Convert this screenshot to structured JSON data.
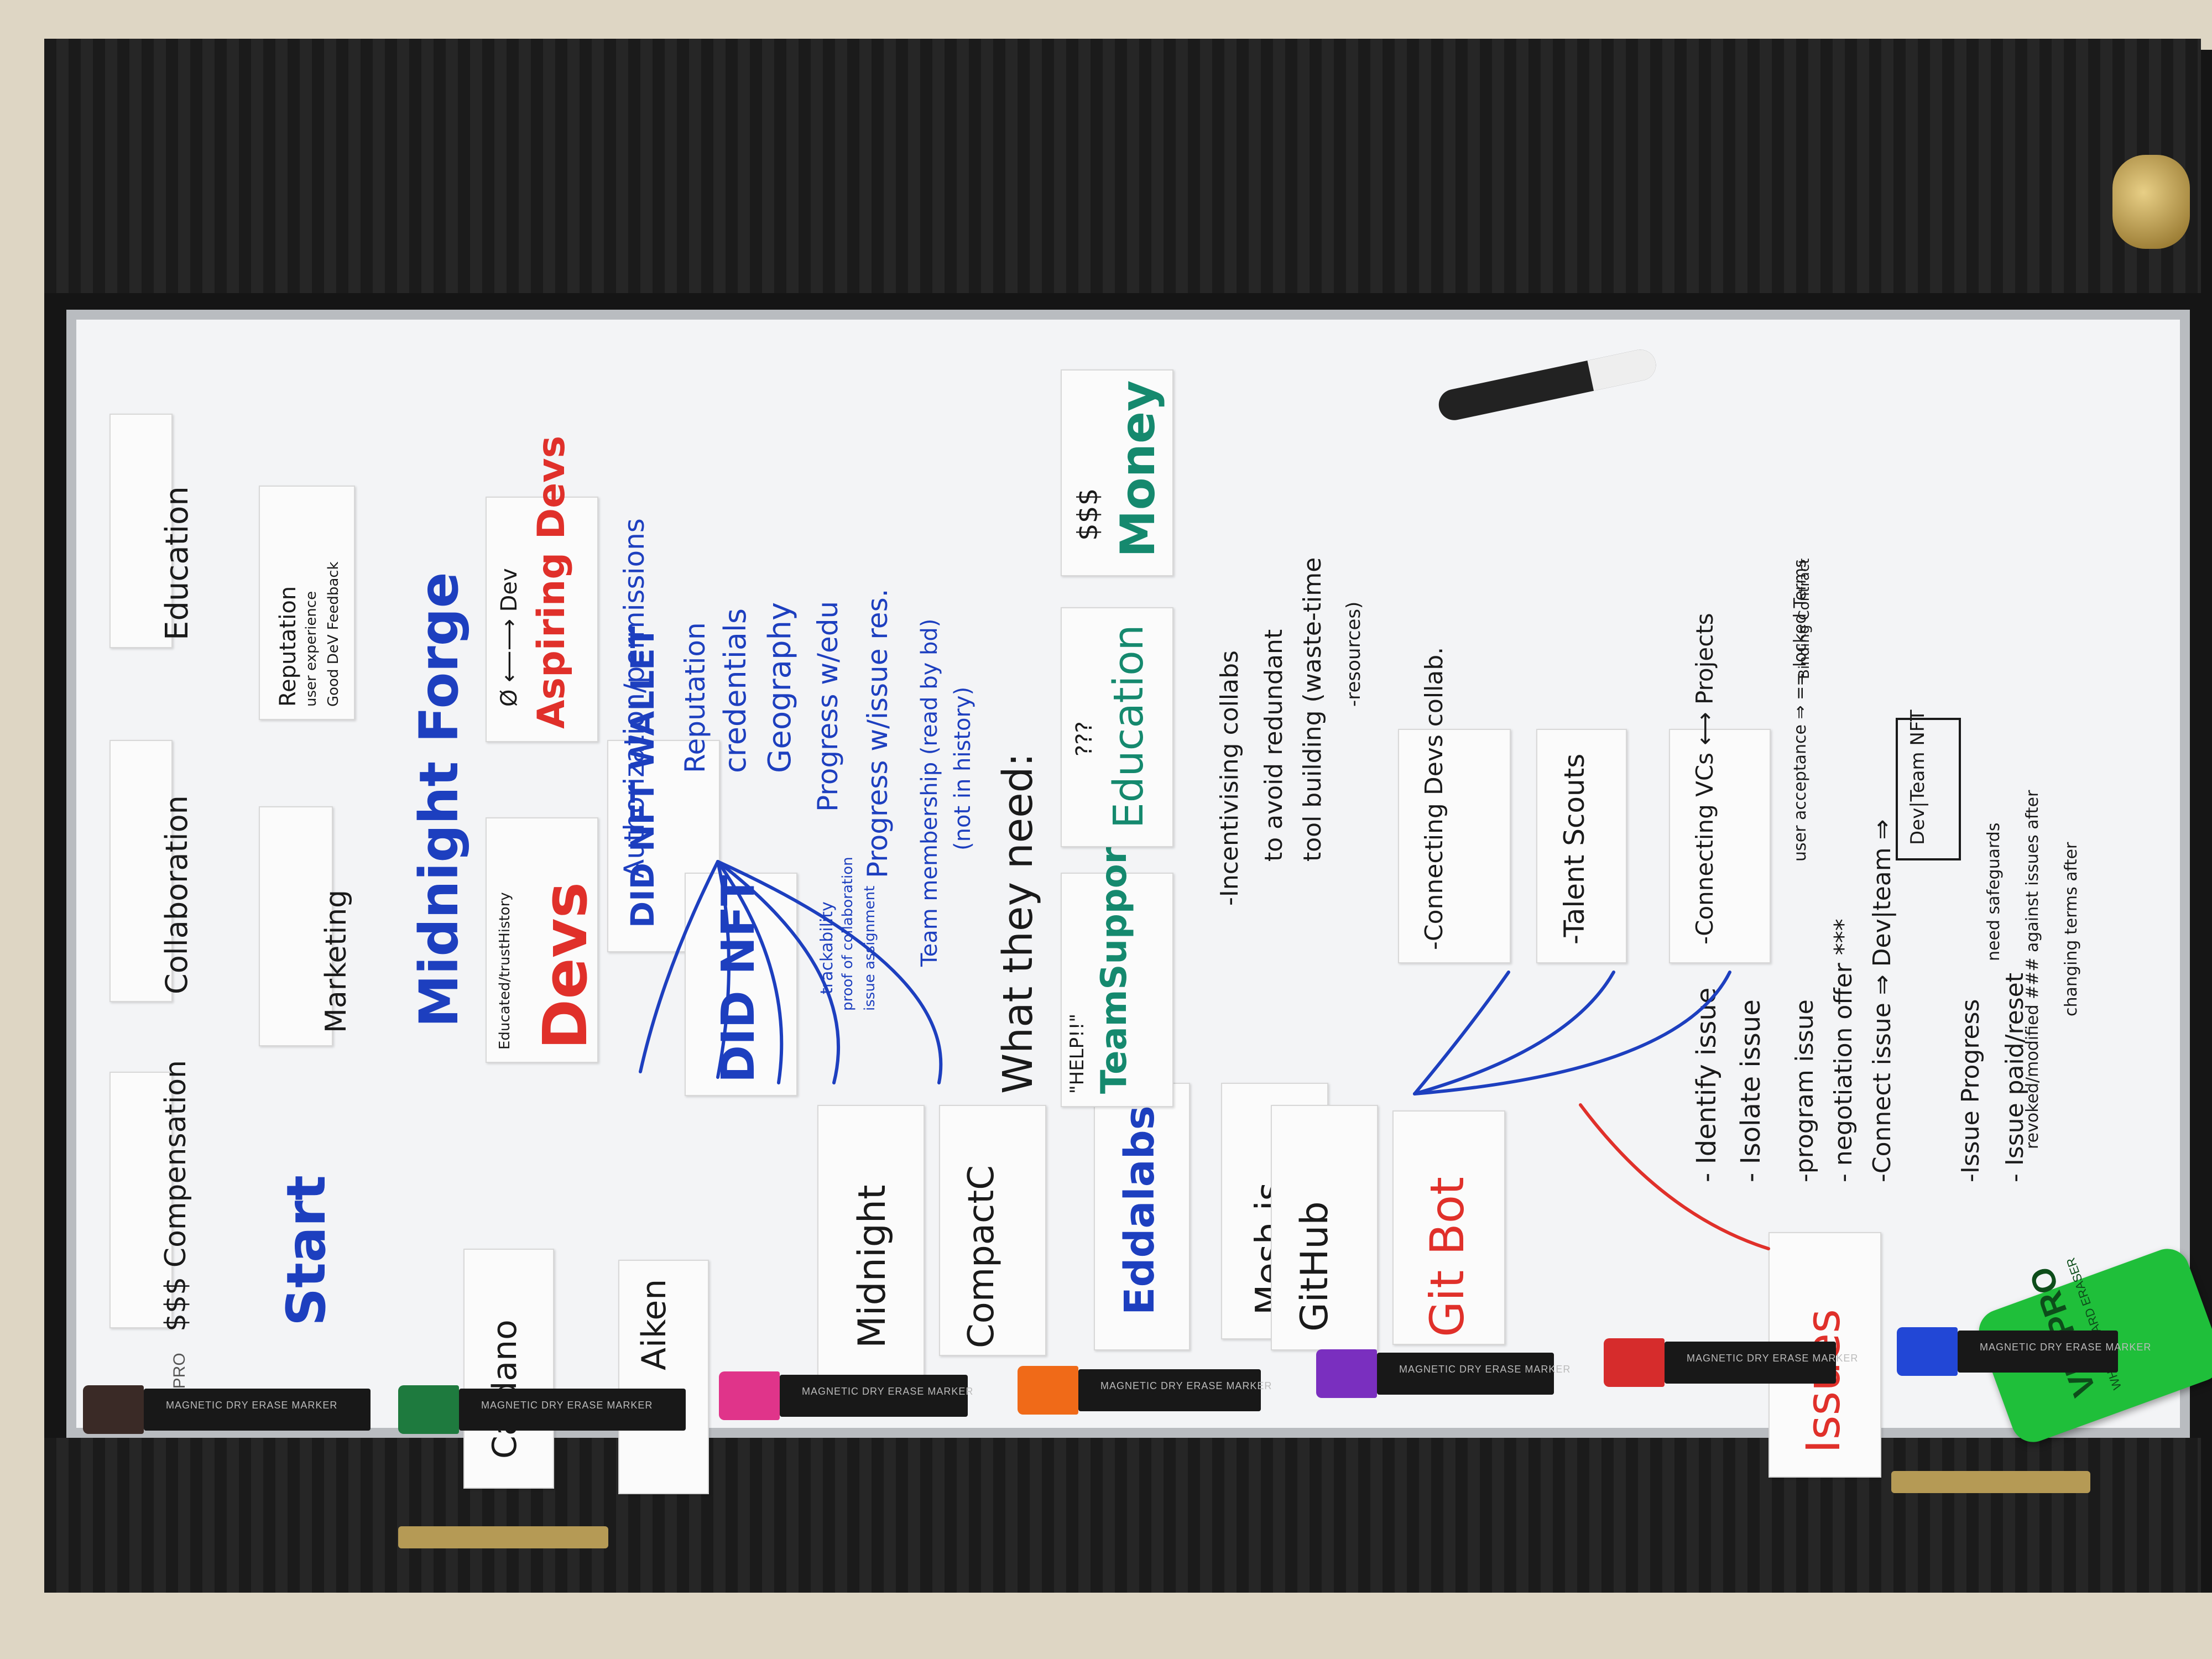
{
  "colors": {
    "blue": "#1d3fbf",
    "red": "#e0302a",
    "green": "#15896e",
    "black": "#1a1a1a",
    "marker_black": "#3a2a26",
    "marker_green": "#1e7a3e",
    "marker_pink": "#e0348a",
    "marker_orange": "#f06a18",
    "marker_purple": "#7a2fbf",
    "marker_red": "#d62c2c",
    "marker_blue": "#2247d6"
  },
  "board": {
    "brand": "VIZ-PRO",
    "categories": [
      "$$$ Compensation",
      "Collaboration",
      "Education"
    ],
    "start": "Start",
    "marketing": "Marketing",
    "reputation": {
      "title": "Reputation",
      "line1": "user experience",
      "line2": "Good DeV Feedback"
    },
    "midnight_forge": "Midnight Forge",
    "devs": {
      "title": "Devs",
      "note": "Educated/trustHistory"
    },
    "aspiring": {
      "title": "Aspiring Devs",
      "arrow": "Ø ⟵⟶ Dev"
    },
    "ecosystem": [
      "Cardano",
      "Aiken",
      "Midnight",
      "CompactC",
      "Eddalabs",
      "Mesh.js"
    ],
    "did_wallet": "DID NFT WALLET",
    "did_nft": "DID NFT",
    "did_features": [
      "Authorization/permissions",
      "Reputation",
      "credentials",
      "Geography",
      "Progress w/edu",
      "Progress w/issue res.",
      "Team membership (read by bd)",
      "(not in history)"
    ],
    "did_sub": [
      "trackability",
      "proof of collaboration",
      "issue assignment"
    ],
    "needs_title": "What they need:",
    "needs": [
      {
        "label": "TeamSupport",
        "note": "\"HELP!!\""
      },
      {
        "label": "Education",
        "note": "???"
      },
      {
        "label": "Money",
        "note": "$$$"
      }
    ],
    "incentive": [
      "-Incentivising collabs",
      "to avoid redundant",
      "tool building (waste-time",
      "-resources)"
    ],
    "github": "GitHub",
    "gitbot": "Git Bot",
    "gitbot_links": [
      "-Connecting Devs collab.",
      "-Talent Scouts",
      "-Connecting VCs ⟷ Projects"
    ],
    "vc_notes": [
      "user acceptance ⇒ == locked Terms",
      "Binding Contract"
    ],
    "issues_title": "Issues",
    "issue_steps": [
      "- Identify issue",
      "- Isolate issue",
      "-program issue",
      "- negotiation offer ***",
      "-Connect issue ⇒ Dev|team ⇒",
      "-Issue Progress",
      "- Issue paid/reset"
    ],
    "dev_team_nft": "Dev|Team NFT",
    "safeguards": [
      "need safeguards",
      "revoked/modified ### against issues after",
      "changing terms after"
    ],
    "eraser": {
      "brand": "VIZ-PRO",
      "sub": "WHITE BOARD ERASER"
    },
    "marker_label": "MAGNETIC DRY ERASE MARKER"
  }
}
